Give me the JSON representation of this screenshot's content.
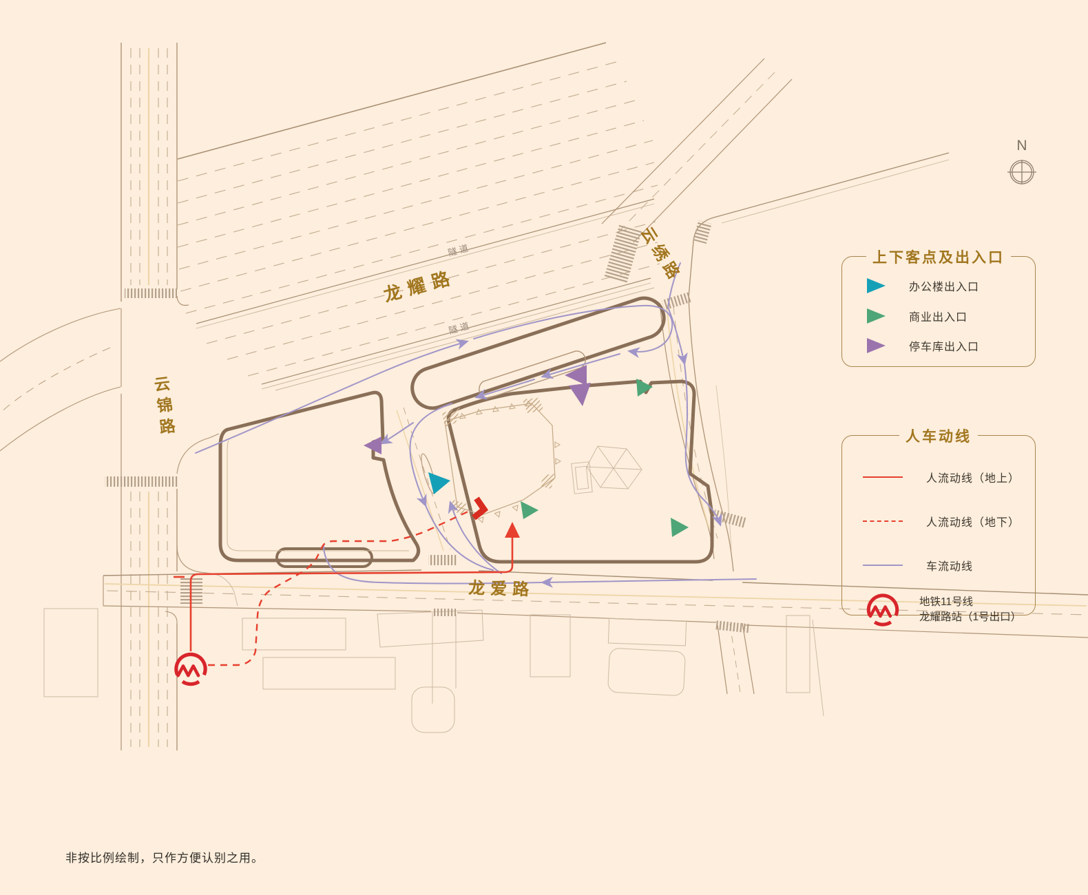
{
  "colors": {
    "background": "#fdeedd",
    "road_thin": "#b09478",
    "road_thick": "#8a6f58",
    "label_gold": "#a1761f",
    "pedestrian_red": "#e7402f",
    "vehicle_purple": "#a095c8",
    "office_teal": "#15a0b8",
    "commercial_green": "#4ea578",
    "parking_purple": "#9b74ad",
    "metro_red": "#d8252b"
  },
  "map": {
    "north_label": "N",
    "road_labels": {
      "longyao": "龙耀路",
      "yunxiu": "云绣路",
      "yunjin": "云锦路",
      "longai": "龙爱路"
    },
    "tunnel_label_1": "隧道",
    "tunnel_label_2": "隧道"
  },
  "legend_entrances": {
    "title": "上下客点及出入口",
    "items": [
      {
        "label": "办公楼出入口",
        "color": "#15a0b8"
      },
      {
        "label": "商业出入口",
        "color": "#4ea578"
      },
      {
        "label": "停车库出入口",
        "color": "#9b74ad"
      }
    ]
  },
  "legend_flows": {
    "title": "人车动线",
    "items": [
      {
        "label": "人流动线（地上）",
        "style": "solid-red"
      },
      {
        "label": "人流动线（地下）",
        "style": "dashed-red"
      },
      {
        "label": "车流动线",
        "style": "solid-purple"
      }
    ],
    "metro_label_line1": "地铁11号线",
    "metro_label_line2": "龙耀路站（1号出口）"
  },
  "footnote": "非按比例绘制，只作方便认别之用。"
}
